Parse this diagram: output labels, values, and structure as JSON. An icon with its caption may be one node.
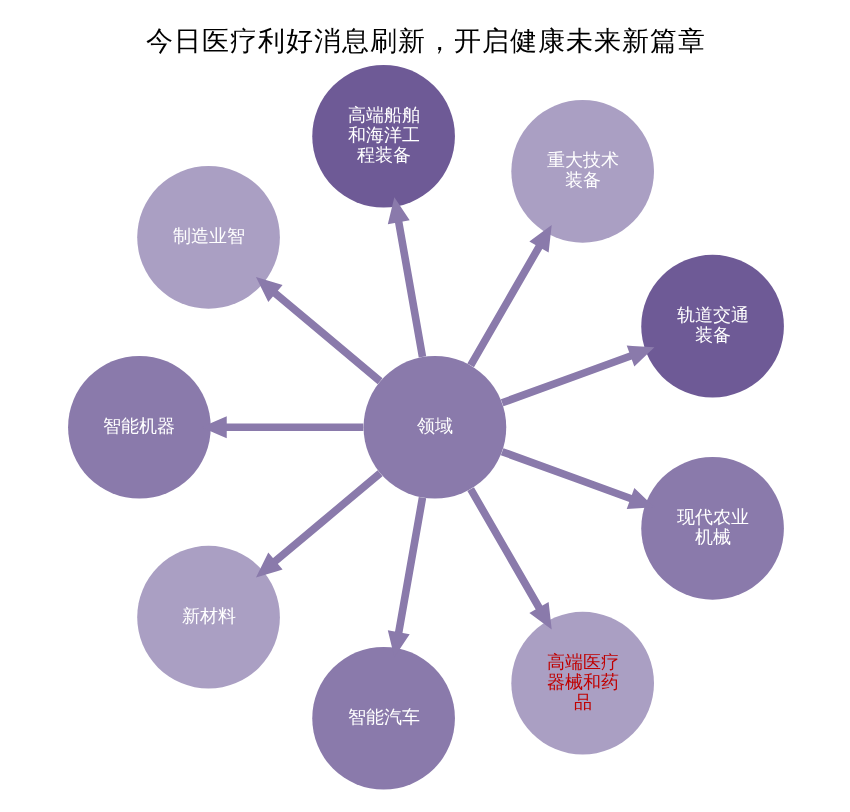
{
  "diagram": {
    "title": "今日医疗利好消息刷新，开启健康未来新篇章",
    "nodes": [
      {
        "text": [
          "轨道交通装备"
        ]
      },
      {
        "text": [
          "重大技术装备"
        ]
      },
      {
        "text": [
          "高端船舶和海洋工程装备"
        ]
      },
      {
        "text": [
          "制造业智"
        ]
      },
      {
        "text": [
          "智能机器"
        ]
      },
      {
        "text": [
          "领域"
        ]
      },
      {
        "text": [
          "新材料"
        ]
      },
      {
        "text": [
          "智能汽车"
        ]
      },
      {
        "text": [
          "高端医疗器械和药品"
        ]
      },
      {
        "text": [
          "现代农业机械"
        ]
      }
    ],
    "edges": [
      {
        "from": 5,
        "to": 0,
        "arrow": "to"
      },
      {
        "from": 5,
        "to": 1,
        "arrow": "to"
      },
      {
        "from": 5,
        "to": 2,
        "arrow": "to"
      },
      {
        "from": 5,
        "to": 3,
        "arrow": "to"
      },
      {
        "from": 5,
        "to": 4,
        "arrow": "to"
      },
      {
        "from": 5,
        "to": 6,
        "arrow": "to"
      },
      {
        "from": 5,
        "to": 7,
        "arrow": "to"
      },
      {
        "from": 5,
        "to": 8,
        "arrow": "to"
      },
      {
        "from": 5,
        "to": 9,
        "arrow": "to"
      }
    ]
  }
}
